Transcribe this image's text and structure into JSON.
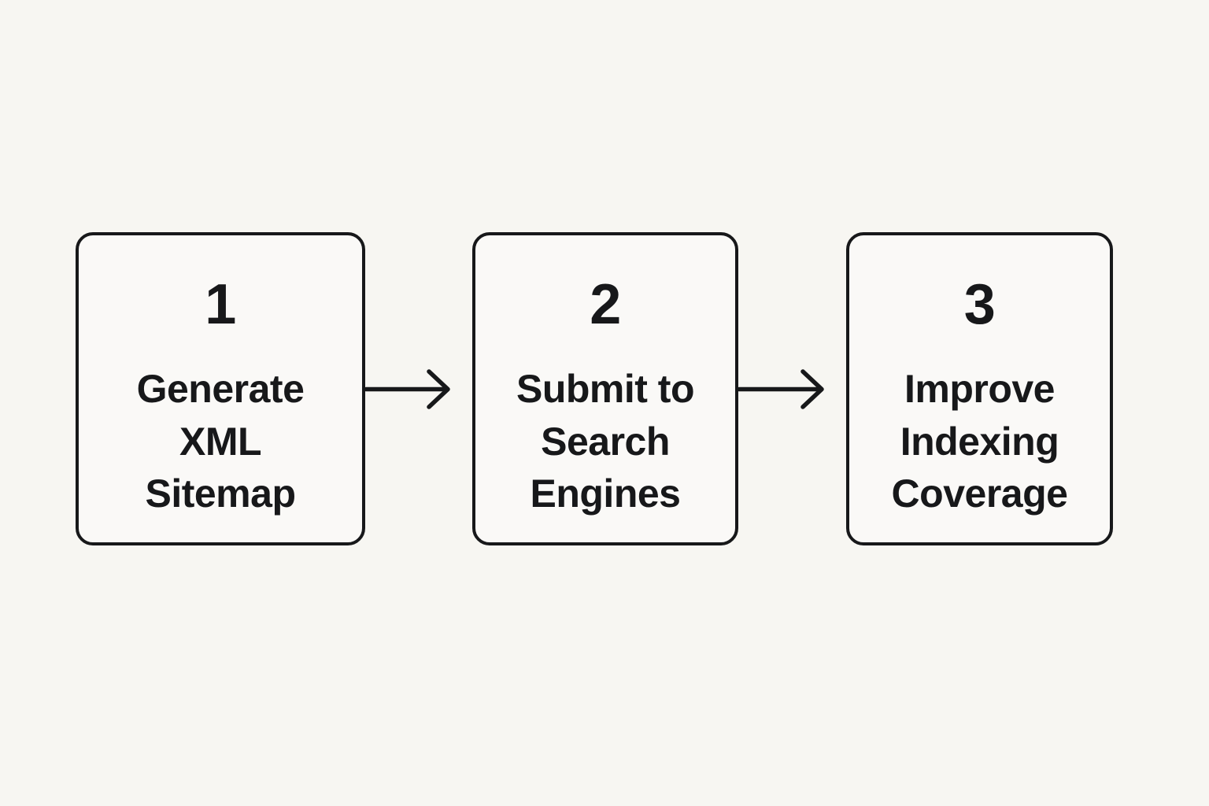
{
  "diagram": {
    "type": "horizontal-process-flow",
    "background_color": "#f7f6f2",
    "box_fill_color": "#faf9f7",
    "stroke_color": "#17181a",
    "text_color": "#17181a",
    "steps": [
      {
        "number": "1",
        "label": "Generate\nXML\nSitemap",
        "label_lines": [
          "Generate",
          "XML",
          "Sitemap"
        ]
      },
      {
        "number": "2",
        "label": "Submit to\nSearch\nEngines",
        "label_lines": [
          "Submit to",
          "Search",
          "Engines"
        ]
      },
      {
        "number": "3",
        "label": "Improve\nIndexing\nCoverage",
        "label_lines": [
          "Improve",
          "Indexing",
          "Coverage"
        ]
      }
    ],
    "connectors": [
      {
        "from": "1",
        "to": "2",
        "style": "arrow-right"
      },
      {
        "from": "2",
        "to": "3",
        "style": "arrow-right"
      }
    ]
  }
}
